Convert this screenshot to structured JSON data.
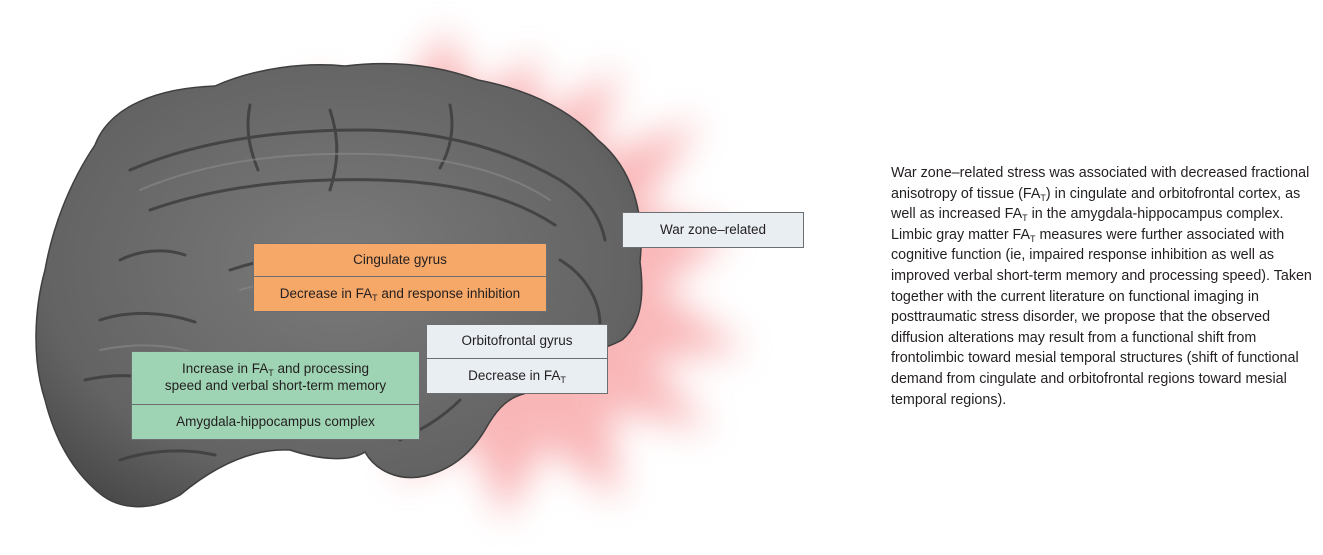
{
  "subscript": "T",
  "boxes": {
    "war_zone": "War zone–related",
    "cingulate_title": "Cingulate gyrus",
    "cingulate_finding_pre": "Decrease in FA",
    "cingulate_finding_post": " and response inhibition",
    "orbitofrontal_title": "Orbitofrontal gyrus",
    "orbitofrontal_finding_pre": "Decrease in FA",
    "amygdala_finding_line1_pre": "Increase in FA",
    "amygdala_finding_line1_post": " and processing",
    "amygdala_finding_line2": "speed and verbal short-term memory",
    "amygdala_title": "Amygdala-hippocampus complex"
  },
  "caption": {
    "p1": "War zone–related stress was associated with decreased fractional anisotropy of tissue (FA",
    "p2": ") in cingulate and orbitofrontal cortex, as well as increased FA",
    "p3": " in the amygdala-hippocampus complex. Limbic gray matter FA",
    "p4": " measures were further associated with cognitive function (ie, impaired response inhibition as well as improved verbal short-term memory and processing speed). Taken together with the current literature on functional imaging in posttraumatic stress disorder, we propose that the observed diffusion alterations may result from a functional shift from frontolimbic toward mesial temporal structures (shift of functional demand from cingulate and orbitofrontal regions toward mesial temporal regions)."
  },
  "colors": {
    "star": "#f47c7e",
    "brain": "#6a6a6a",
    "orange_box": "#f5a868",
    "pale_box": "#e8eef2",
    "green_box": "#9ed4b3"
  }
}
